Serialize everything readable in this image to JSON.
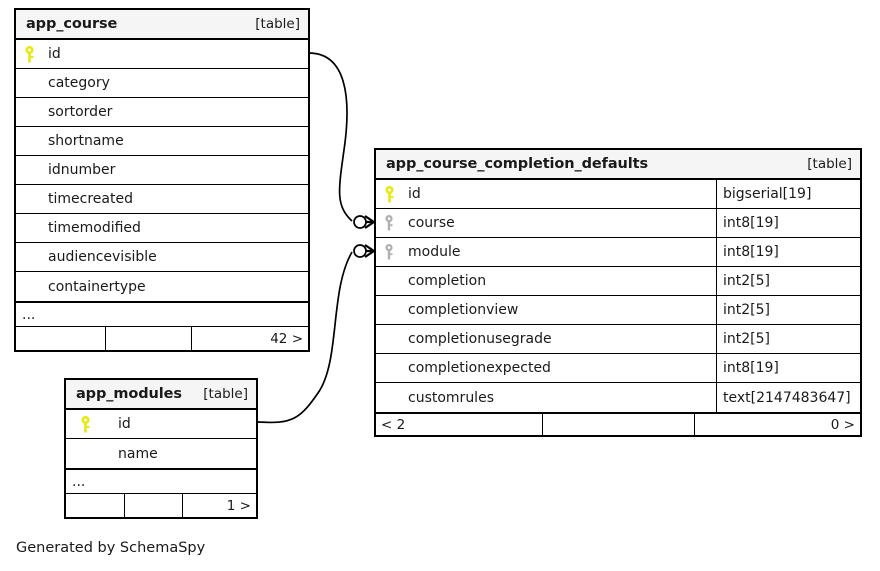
{
  "diagram": {
    "caption": "Generated by SchemaSpy",
    "table_tag": "[table]",
    "ellipsis": "...",
    "icons": {
      "primary_key": "key-icon-yellow",
      "foreign_key": "key-icon-gray",
      "relationship_end": "crowsfoot-zero-many"
    },
    "colors": {
      "primary_key": "#e8e80f",
      "foreign_key": "#b0b0b0",
      "border": "#000000",
      "header_bg": "#f5f5f5",
      "body_bg": "#ffffff",
      "text": "#1a1a1a"
    }
  },
  "tables": [
    {
      "id": "app_course",
      "name": "app_course",
      "tag": "[table]",
      "columns": [
        {
          "name": "id",
          "key": "primary",
          "type": ""
        },
        {
          "name": "category",
          "key": "none",
          "type": ""
        },
        {
          "name": "sortorder",
          "key": "none",
          "type": ""
        },
        {
          "name": "shortname",
          "key": "none",
          "type": ""
        },
        {
          "name": "idnumber",
          "key": "none",
          "type": ""
        },
        {
          "name": "timecreated",
          "key": "none",
          "type": ""
        },
        {
          "name": "timemodified",
          "key": "none",
          "type": ""
        },
        {
          "name": "audiencevisible",
          "key": "none",
          "type": ""
        },
        {
          "name": "containertype",
          "key": "none",
          "type": ""
        }
      ],
      "ellipsis": "...",
      "footer": {
        "left": "",
        "center": "",
        "right": "42 >"
      }
    },
    {
      "id": "app_course_completion_defaults",
      "name": "app_course_completion_defaults",
      "tag": "[table]",
      "columns": [
        {
          "name": "id",
          "key": "primary",
          "type": "bigserial[19]"
        },
        {
          "name": "course",
          "key": "foreign",
          "type": "int8[19]"
        },
        {
          "name": "module",
          "key": "foreign",
          "type": "int8[19]"
        },
        {
          "name": "completion",
          "key": "none",
          "type": "int2[5]"
        },
        {
          "name": "completionview",
          "key": "none",
          "type": "int2[5]"
        },
        {
          "name": "completionusegrade",
          "key": "none",
          "type": "int2[5]"
        },
        {
          "name": "completionexpected",
          "key": "none",
          "type": "int8[19]"
        },
        {
          "name": "customrules",
          "key": "none",
          "type": "text[2147483647]"
        }
      ],
      "ellipsis": "",
      "footer": {
        "left": "< 2",
        "center": "",
        "right": "0 >"
      }
    },
    {
      "id": "app_modules",
      "name": "app_modules",
      "tag": "[table]",
      "columns": [
        {
          "name": "id",
          "key": "primary",
          "type": ""
        },
        {
          "name": "name",
          "key": "none",
          "type": ""
        }
      ],
      "ellipsis": "...",
      "footer": {
        "left": "",
        "center": "",
        "right": "1 >"
      }
    }
  ],
  "relationships": [
    {
      "from_table": "app_course",
      "from_column": "id",
      "to_table": "app_course_completion_defaults",
      "to_column": "course"
    },
    {
      "from_table": "app_modules",
      "from_column": "id",
      "to_table": "app_course_completion_defaults",
      "to_column": "module"
    }
  ]
}
